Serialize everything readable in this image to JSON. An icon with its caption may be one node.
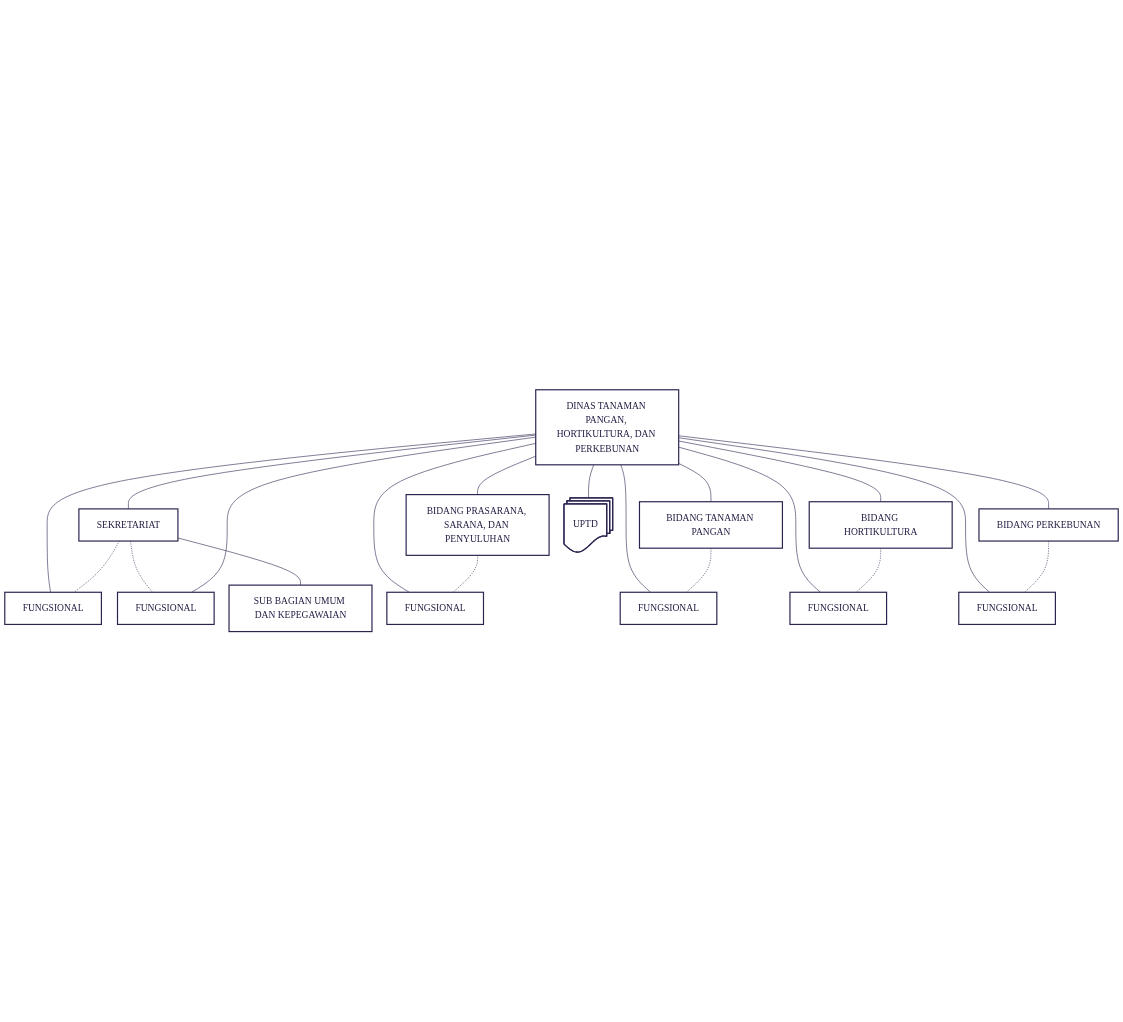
{
  "diagram": {
    "nodes": [
      {
        "text": [
          "DINAS TANAMAN PANGAN, HORTIKULTURA, DAN PERKEBUNAN"
        ]
      },
      {
        "text": [
          "SEKRETARIAT"
        ]
      },
      {
        "text": [
          "FUNGSIONAL"
        ]
      },
      {
        "text": [
          "FUNGSIONAL"
        ]
      },
      {
        "text": [
          "SUB BAGIAN UMUM DAN KEPEGAWAIAN"
        ]
      },
      {
        "text": [
          "BIDANG PRASARANA, SARANA, DAN PENYULUHAN"
        ]
      },
      {
        "text": [
          "FUNGSIONAL"
        ]
      },
      {
        "text": [
          "BIDANG TANAMAN PANGAN"
        ]
      },
      {
        "text": [
          "FUNGSIONAL"
        ]
      },
      {
        "text": [
          "BIDANG HORTIKULTURA"
        ]
      },
      {
        "text": [
          "FUNGSIONAL"
        ]
      },
      {
        "text": [
          "BIDANG PERKEBUNAN"
        ]
      },
      {
        "text": [
          "FUNGSIONAL"
        ]
      },
      {
        "text": [
          "UPTD"
        ]
      }
    ],
    "edges": [
      {
        "from": 0,
        "to": 1,
        "arrow": "none"
      },
      {
        "from": 0,
        "to": 2,
        "arrow": "none"
      },
      {
        "from": 1,
        "to": 2,
        "arrow": "none",
        "style": "dashed"
      },
      {
        "from": 1,
        "to": 3,
        "arrow": "none",
        "style": "dashed"
      },
      {
        "from": 1,
        "to": 4,
        "arrow": "none"
      },
      {
        "from": 0,
        "to": 3,
        "arrow": "none"
      },
      {
        "from": 0,
        "to": 5,
        "arrow": "none"
      },
      {
        "from": 0,
        "to": 6,
        "arrow": "none"
      },
      {
        "from": 0,
        "to": 7,
        "arrow": "none"
      },
      {
        "from": 0,
        "to": 8,
        "arrow": "none"
      },
      {
        "from": 0,
        "to": 9,
        "arrow": "none"
      },
      {
        "from": 0,
        "to": 10,
        "arrow": "none"
      },
      {
        "from": 0,
        "to": 11,
        "arrow": "none"
      },
      {
        "from": 0,
        "to": 12,
        "arrow": "none"
      },
      {
        "from": 5,
        "to": 6,
        "arrow": "none",
        "style": "dashed"
      },
      {
        "from": 7,
        "to": 8,
        "arrow": "none",
        "style": "dashed"
      },
      {
        "from": 9,
        "to": 10,
        "arrow": "none",
        "style": "dashed"
      },
      {
        "from": 11,
        "to": 12,
        "arrow": "none",
        "style": "dashed"
      },
      {
        "from": 0,
        "to": 13,
        "arrow": "none"
      }
    ]
  }
}
